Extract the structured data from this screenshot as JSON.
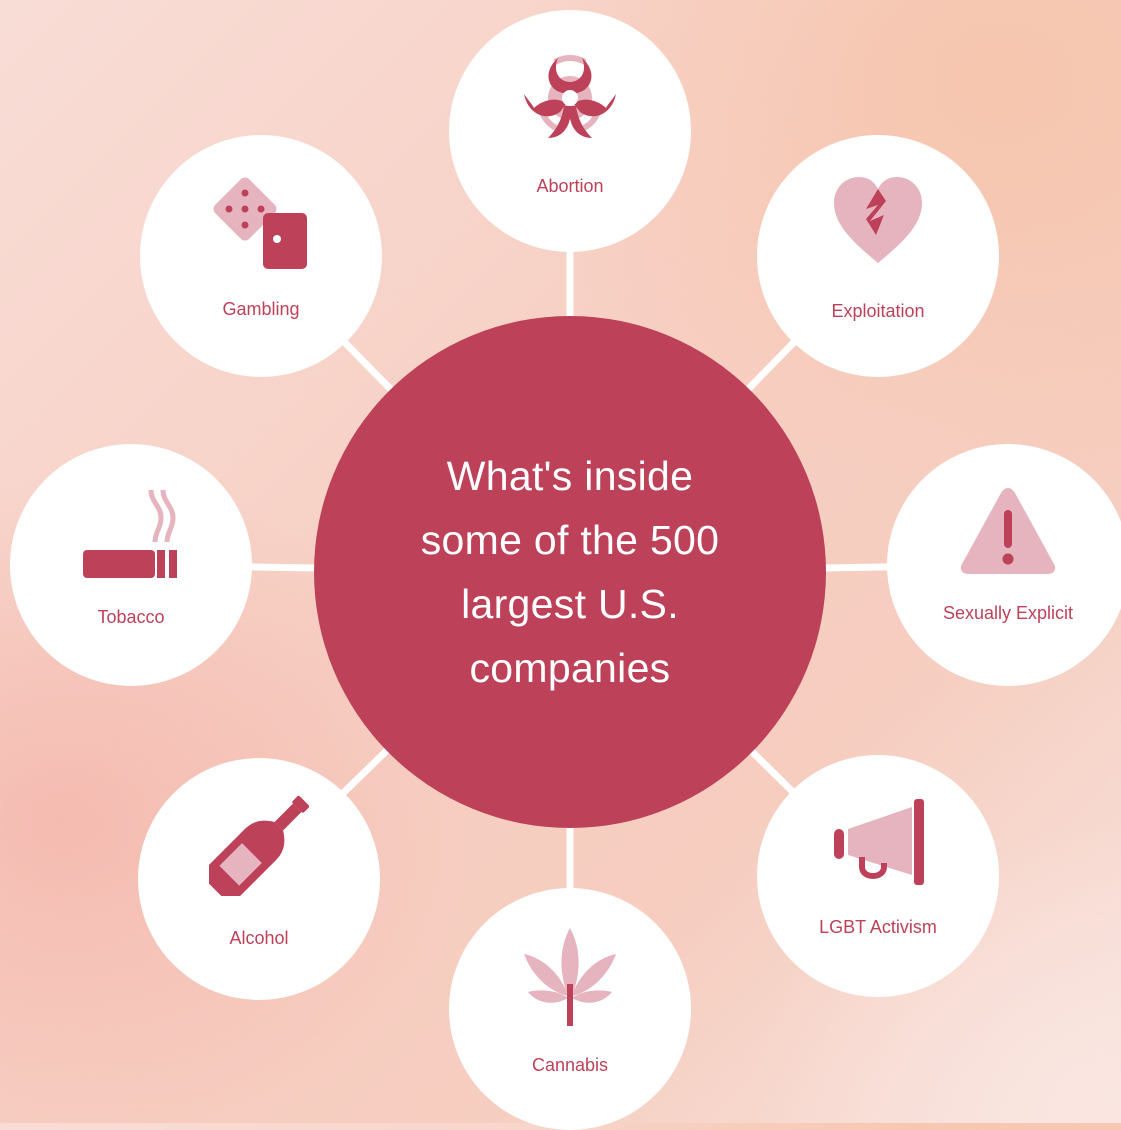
{
  "center": {
    "title": "What's inside\nsome of the 500\nlargest U.S.\ncompanies"
  },
  "colors": {
    "primary": "#bd4159",
    "light": "#e6b4bf",
    "node_bg": "#ffffff",
    "connector": "#ffffff"
  },
  "categories": [
    {
      "label": "Abortion",
      "icon": "biohazard-icon"
    },
    {
      "label": "Exploitation",
      "icon": "broken-heart-icon"
    },
    {
      "label": "Sexually Explicit",
      "icon": "warning-triangle-icon"
    },
    {
      "label": "LGBT Activism",
      "icon": "megaphone-icon"
    },
    {
      "label": "Cannabis",
      "icon": "cannabis-leaf-icon"
    },
    {
      "label": "Alcohol",
      "icon": "bottle-icon"
    },
    {
      "label": "Tobacco",
      "icon": "cigarette-icon"
    },
    {
      "label": "Gambling",
      "icon": "dice-icon"
    }
  ]
}
